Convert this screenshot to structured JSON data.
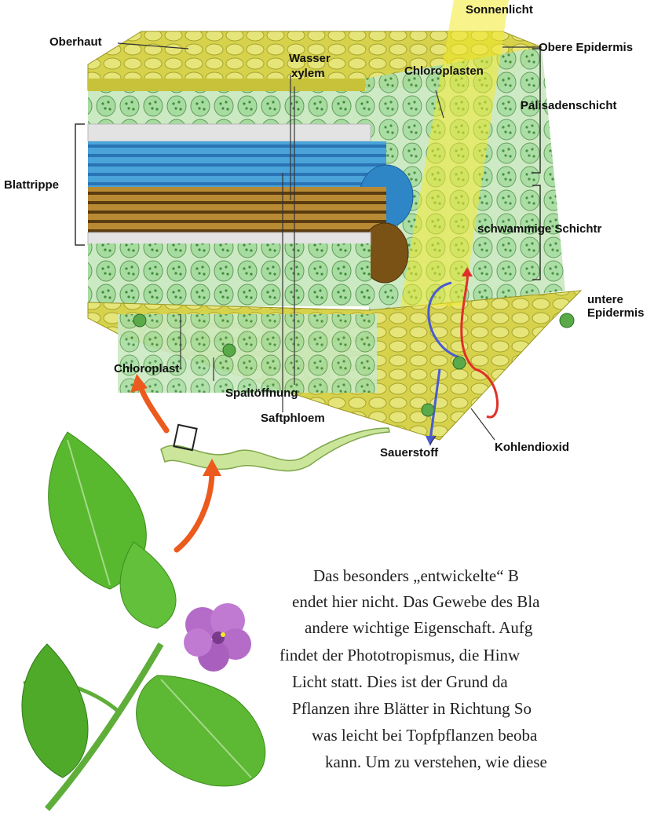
{
  "labels": {
    "sonnenlicht": "Sonnenlicht",
    "oberhaut": "Oberhaut",
    "wasser": "Wasser",
    "xylem": "xylem",
    "chloroplasten": "Chloroplasten",
    "obere_epidermis": "Obere Epidermis",
    "palisadenschicht": "Palisadenschicht",
    "blattrippe": "Blattrippe",
    "schwammige_schicht": "schwammige Schichtr",
    "untere": "untere",
    "epidermis": "Epidermis",
    "chloroplast": "Chloroplast",
    "spaltoeffnung": "Spaltöffnung",
    "saftphloem": "Saftphloem",
    "sauerstoff": "Sauerstoff",
    "kohlendioxid": "Kohlendioxid"
  },
  "paragraph": [
    "Das besonders „entwickelte“ B",
    "endet hier nicht. Das Gewebe des Bla",
    "andere wichtige Eigenschaft. Aufg",
    "findet der Phototropismus, die Hinw",
    "Licht statt. Dies ist der Grund da",
    "Pflanzen ihre Blätter in Richtung So",
    "was leicht bei Topfpflanzen beoba",
    "kann. Um zu verstehen, wie diese"
  ],
  "colors": {
    "epidermis": "#d8d95a",
    "palisade": "#bfe3b4",
    "xylem": "#4aa3d9",
    "phloem": "#a8782a",
    "sunlight": "#f2ea2c",
    "oxygen_arrow": "#4a5bd1",
    "co2_arrow": "#e0302a",
    "leaf_green": "#58b82e",
    "flower": "#b56bc8",
    "orange_arrow": "#ec5a1e"
  }
}
